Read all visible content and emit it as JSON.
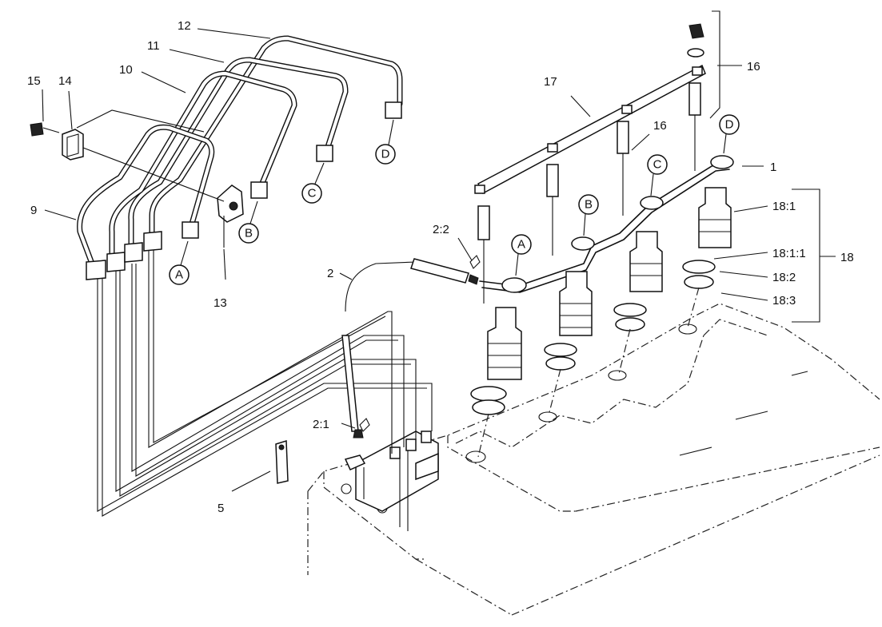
{
  "callouts": {
    "c1": "1",
    "c2": "2",
    "c2_1": "2:1",
    "c2_2": "2:2",
    "c5": "5",
    "c9": "9",
    "c10": "10",
    "c11": "11",
    "c12": "12",
    "c13": "13",
    "c14": "14",
    "c15": "15",
    "c16a": "16",
    "c16b": "16",
    "c17": "17",
    "c18": "18",
    "c18_1": "18:1",
    "c18_1_1": "18:1:1",
    "c18_2": "18:2",
    "c18_3": "18:3"
  },
  "connector_letters": {
    "pipe_a": "A",
    "pipe_b": "B",
    "pipe_c": "C",
    "pipe_d": "D",
    "return_a": "A",
    "return_b": "B",
    "return_c": "C",
    "return_d": "D"
  }
}
